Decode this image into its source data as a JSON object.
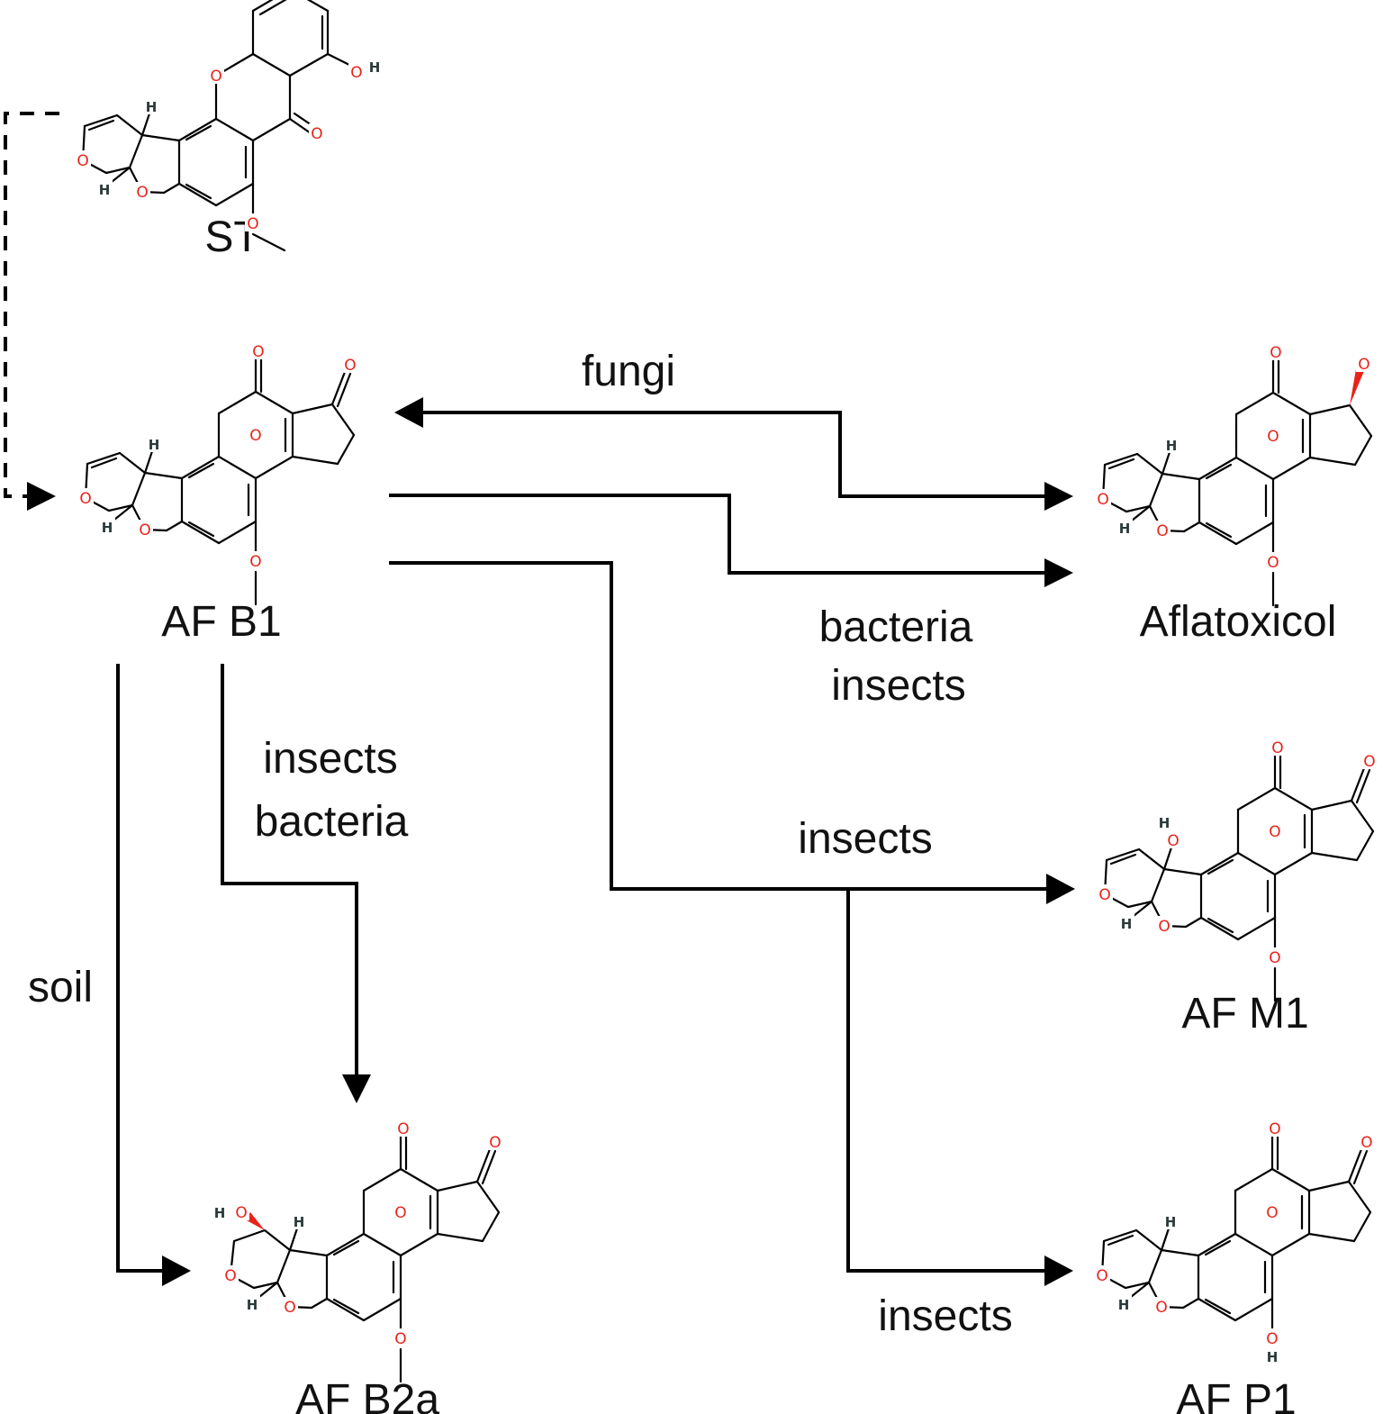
{
  "colors": {
    "oxygen": "#e8231a",
    "line": "#000000",
    "text": "#111111"
  },
  "atoms": {
    "O": "O",
    "H": "H"
  },
  "compounds": {
    "st": {
      "name": "ST"
    },
    "afb1": {
      "name": "AF B1"
    },
    "aflatoxicol": {
      "name": "Aflatoxicol"
    },
    "afm1": {
      "name": "AF M1"
    },
    "afb2a": {
      "name": "AF B2a"
    },
    "afp1": {
      "name": "AF P1"
    }
  },
  "edges": {
    "fungi": "fungi",
    "bacteria_insects": [
      "bacteria",
      "insects"
    ],
    "insects_bacteria": [
      "insects",
      "bacteria"
    ],
    "soil": "soil",
    "insects_m1": "insects",
    "insects_p1": "insects"
  }
}
